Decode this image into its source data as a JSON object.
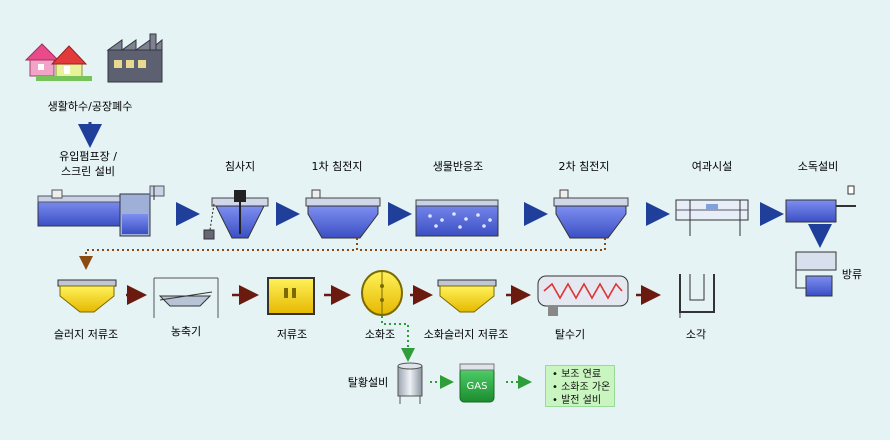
{
  "source": {
    "label": "생활하수/공장폐수"
  },
  "row1": [
    {
      "id": "inflow-pump",
      "label_line1": "유입펌프장 /",
      "label_line2": "스크린 설비"
    },
    {
      "id": "grit",
      "label": "침사지"
    },
    {
      "id": "primary",
      "label": "1차 침전지"
    },
    {
      "id": "bio",
      "label": "생물반응조"
    },
    {
      "id": "secondary",
      "label": "2차 침전지"
    },
    {
      "id": "filter",
      "label": "여과시설"
    },
    {
      "id": "disinfect",
      "label": "소독설비"
    }
  ],
  "discharge": {
    "label": "방류"
  },
  "row2": [
    {
      "id": "sludge-storage",
      "label": "슬러지 저류조"
    },
    {
      "id": "thickener",
      "label": "농축기"
    },
    {
      "id": "storage",
      "label": "저류조"
    },
    {
      "id": "digester",
      "label": "소화조"
    },
    {
      "id": "digested-storage",
      "label": "소화슬러지 저류조"
    },
    {
      "id": "dewater",
      "label": "탈수기"
    },
    {
      "id": "incinerate",
      "label": "소각"
    }
  ],
  "row3": {
    "desulfur": {
      "label": "탈황설비"
    },
    "gas": {
      "label": "GAS"
    },
    "uses": [
      "• 보조 연료",
      "• 소화조 가온",
      "• 발전 설비"
    ]
  },
  "colors": {
    "arrow": "#1f3f9a",
    "sludgeArrow": "#6b1a10",
    "dotted": "#8a4a10",
    "green": "#2e9e3a",
    "tankBlue": "#4a5fd0"
  }
}
